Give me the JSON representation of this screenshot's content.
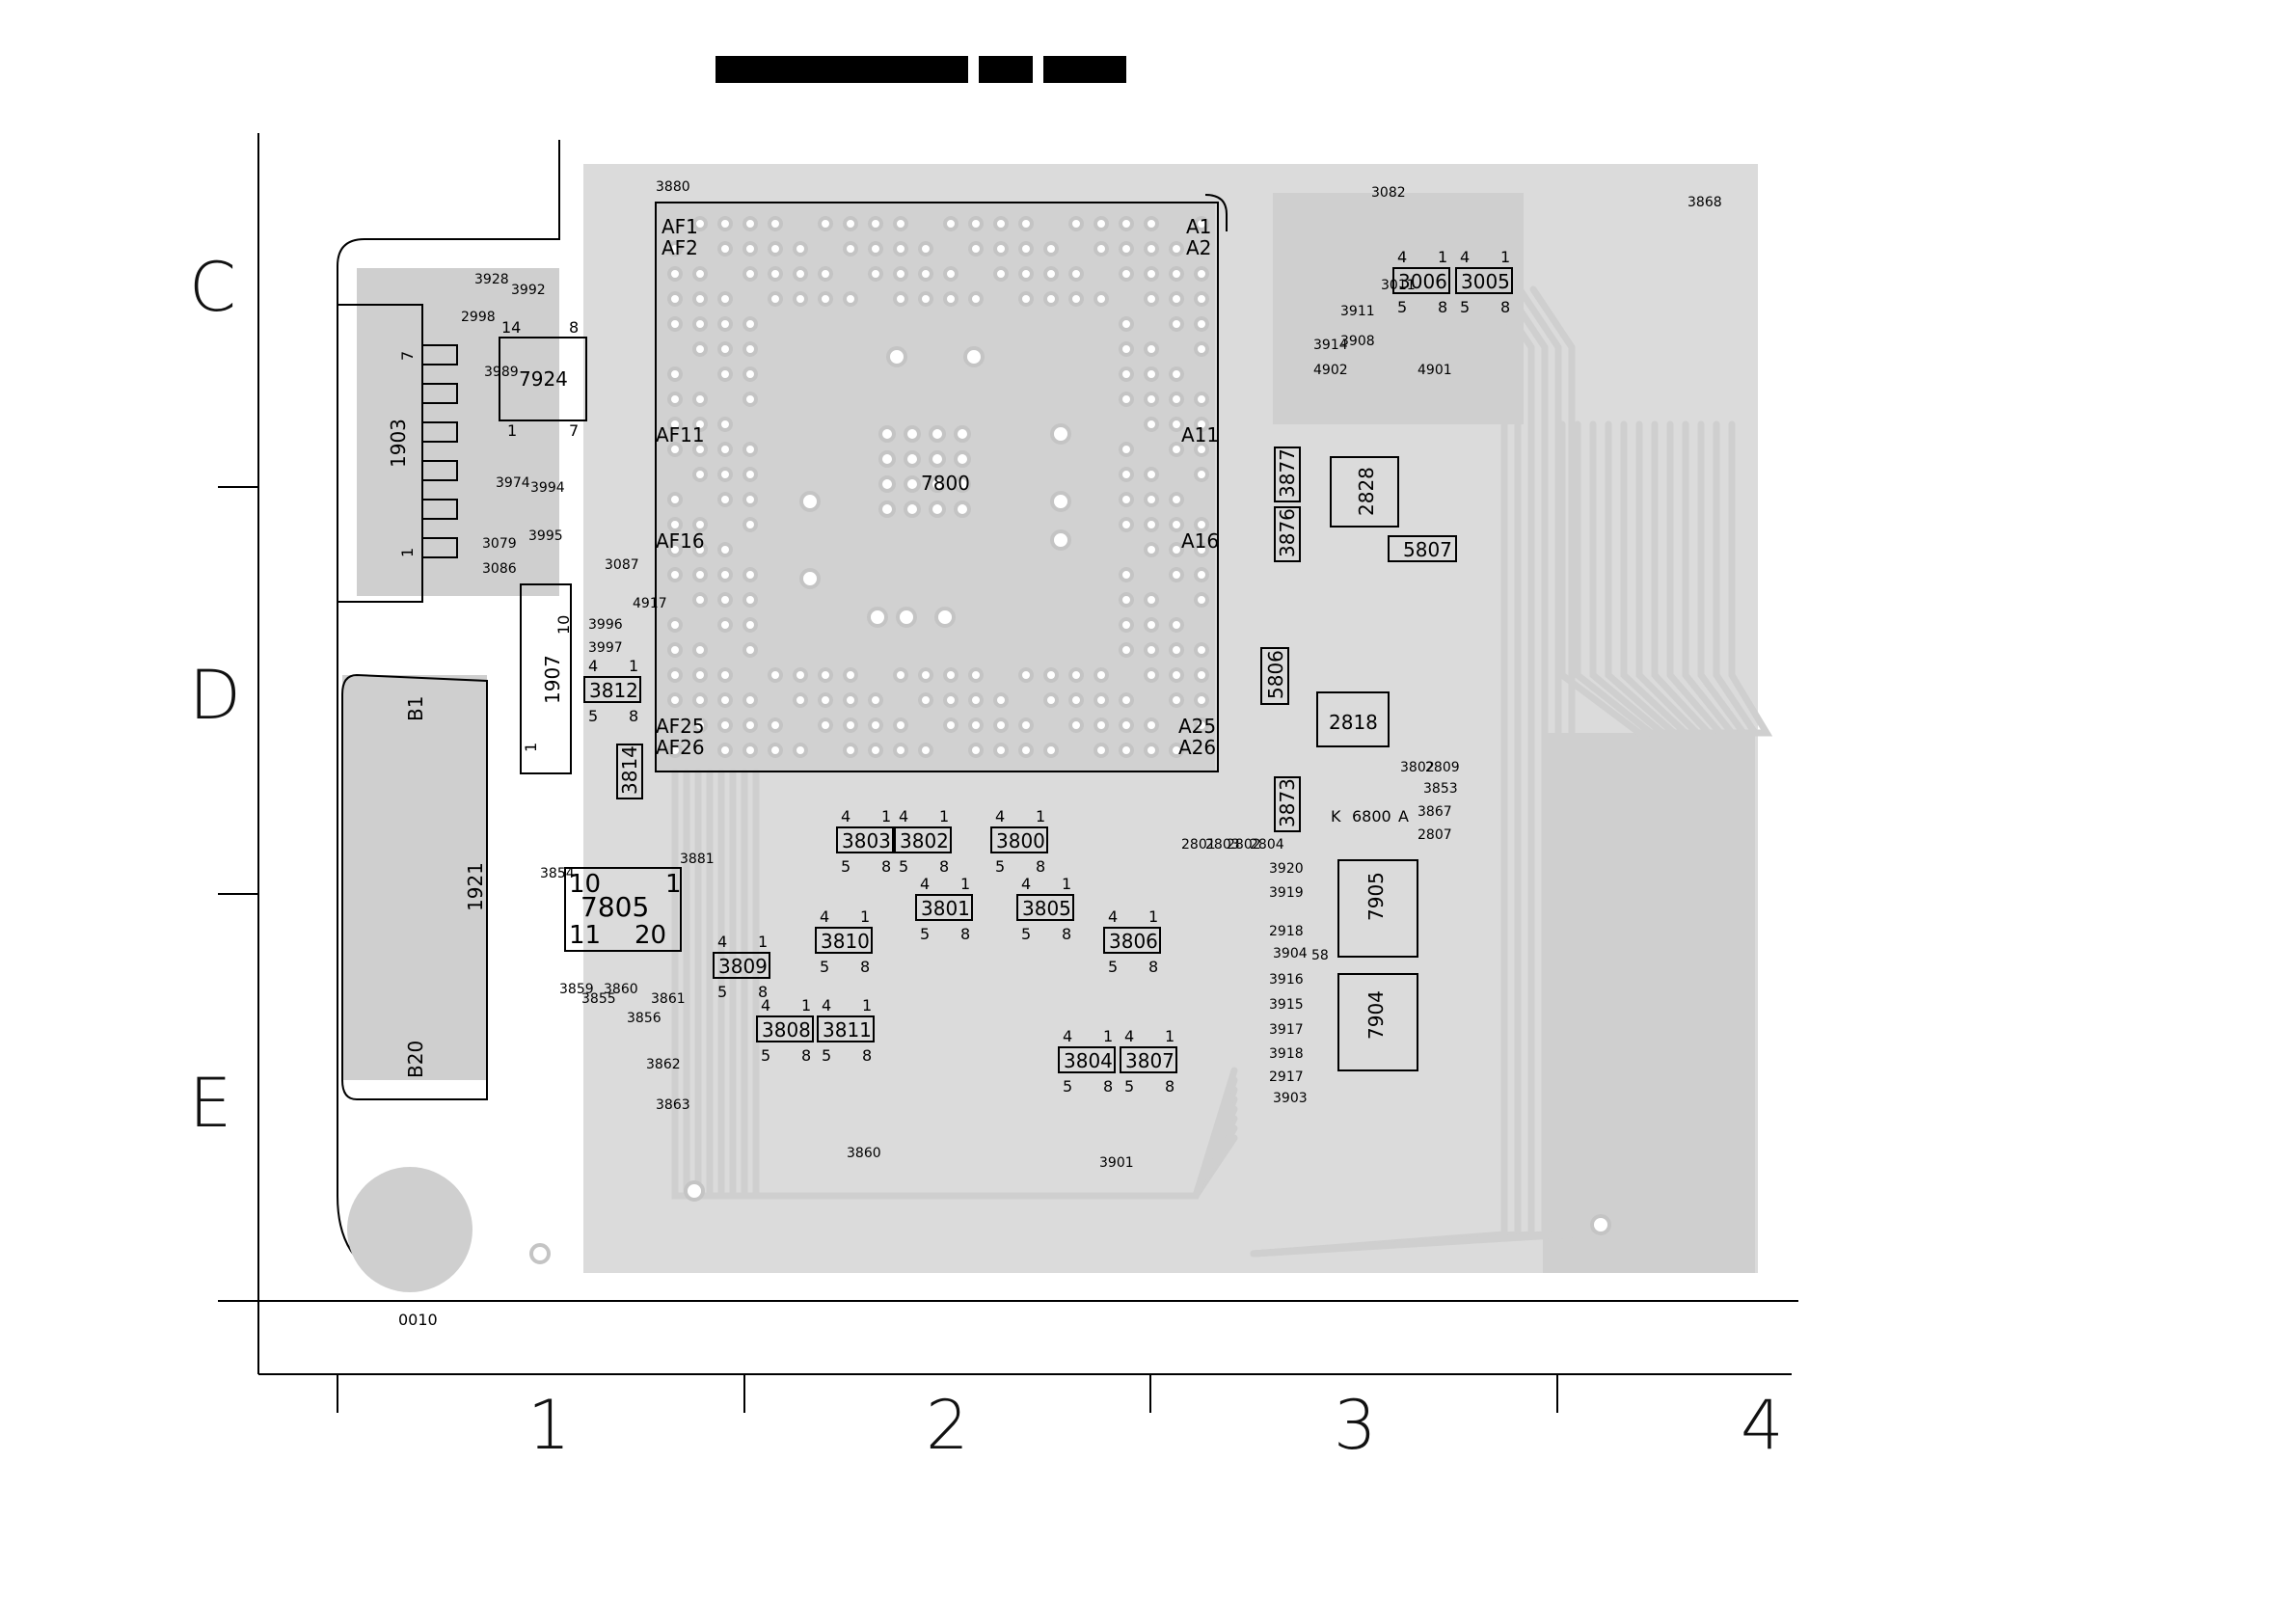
{
  "grid_rows": [
    "C",
    "D",
    "E"
  ],
  "grid_columns": [
    "1",
    "2",
    "3",
    "4"
  ],
  "board_id": "0010",
  "ic_main": {
    "ref": "7800",
    "pins_left": [
      "AF1",
      "AF2",
      "AF11",
      "AF16",
      "AF25",
      "AF26"
    ],
    "pins_right": [
      "A1",
      "A2",
      "A11",
      "A16",
      "A25",
      "A26"
    ]
  },
  "connectors": [
    {
      "ref": "1903",
      "p1": "7",
      "p2": "1"
    },
    {
      "ref": "1907",
      "p1": "10",
      "p2": "1"
    },
    {
      "ref": "1921",
      "p1": "B1",
      "p2": "B20"
    }
  ],
  "ics": [
    {
      "ref": "7924",
      "p1": "14",
      "p2": "8",
      "p3": "1",
      "p4": "7"
    },
    {
      "ref": "7805",
      "p1": "10",
      "p2": "1",
      "p3": "11",
      "p4": "20"
    },
    {
      "ref": "7905"
    },
    {
      "ref": "7904"
    },
    {
      "ref": "2828"
    },
    {
      "ref": "2818"
    },
    {
      "ref": "5807"
    },
    {
      "ref": "5806"
    },
    {
      "ref": "6800",
      "k": "K",
      "a": "A"
    }
  ],
  "rnets": [
    "3803",
    "3802",
    "3800",
    "3801",
    "3805",
    "3810",
    "3806",
    "3809",
    "3808",
    "3811",
    "3804",
    "3807",
    "3006",
    "3005",
    "3812",
    "3814",
    "3873",
    "3877",
    "3876"
  ],
  "pin4": "4",
  "pin1": "1",
  "pin5": "5",
  "pin8": "8",
  "small_labels": [
    "3880",
    "3082",
    "3868",
    "3928",
    "3992",
    "2998",
    "3989",
    "3011",
    "3911",
    "3914",
    "3908",
    "4902",
    "4901",
    "3974",
    "3994",
    "3995",
    "3079",
    "3086",
    "3087",
    "4917",
    "3996",
    "3997",
    "3854",
    "3881",
    "3859",
    "3855",
    "3860",
    "3856",
    "3861",
    "3862",
    "3863",
    "3860",
    "3901",
    "2801",
    "2803",
    "2802",
    "2804",
    "3920",
    "3919",
    "2918",
    "3904",
    "3916",
    "3915",
    "3917",
    "3918",
    "2917",
    "3903",
    "3802",
    "2809",
    "3853",
    "3867",
    "2807",
    "58"
  ],
  "header_blocks": 3
}
